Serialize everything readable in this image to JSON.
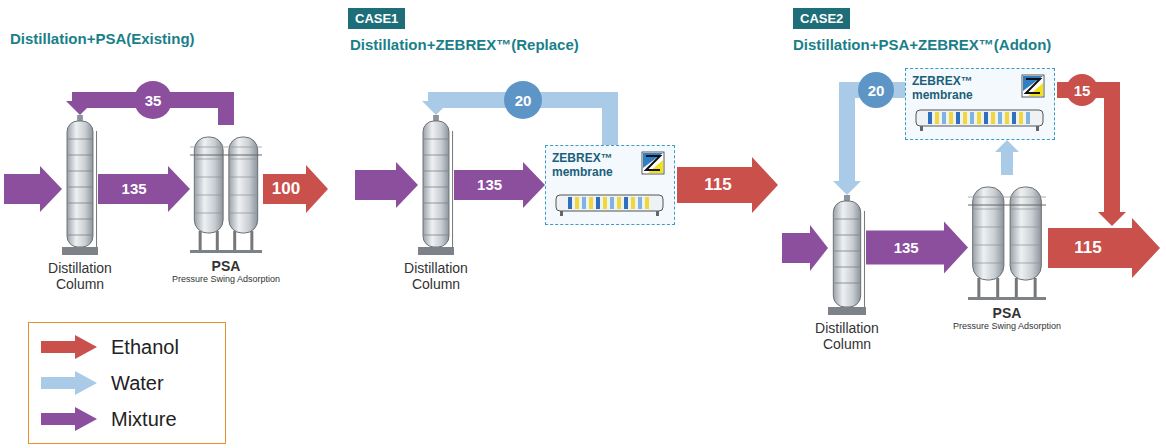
{
  "diagram": {
    "nodes": [
      {
        "text": [
          "Distillation Column"
        ]
      },
      {
        "text": [
          "PSA",
          "Pressure Swing Adsorption"
        ]
      },
      {
        "text": [
          "CASE1"
        ]
      },
      {
        "text": [
          "Distillation Column"
        ]
      },
      {
        "text": [
          "ZEBREX™ membrane"
        ]
      },
      {
        "text": [
          "CASE2"
        ]
      },
      {
        "text": [
          "Distillation Column"
        ]
      },
      {
        "text": [
          "ZEBREX™ membrane"
        ]
      },
      {
        "text": [
          "PSA",
          "Pressure Swing Adsorption"
        ]
      }
    ],
    "edges": [
      {
        "from": 0,
        "to": 1,
        "label": "135",
        "arrow": "to"
      },
      {
        "from": 1,
        "to": 0,
        "label": "35",
        "arrow": "to"
      },
      {
        "from": 3,
        "to": 4,
        "label": "135",
        "arrow": "to"
      },
      {
        "from": 4,
        "to": 3,
        "label": "20",
        "arrow": "to"
      },
      {
        "from": 6,
        "to": 8,
        "label": "135",
        "arrow": "to"
      },
      {
        "from": 8,
        "to": 7,
        "arrow": "to"
      },
      {
        "from": 7,
        "to": 6,
        "label": "20",
        "arrow": "to"
      }
    ],
    "labels": [
      "Distillation+PSA(Existing)",
      "100",
      "Distillation+ZEBREX™(Replace)",
      "115",
      "Distillation+PSA+ZEBREX™(Addon)",
      "15",
      "115"
    ],
    "legend": [
      {
        "text": "Ethanol",
        "color": "#c9504b"
      },
      {
        "text": "Water",
        "color": "#a9cbe7"
      },
      {
        "text": "Mixture",
        "color": "#8b4f9e"
      }
    ]
  }
}
